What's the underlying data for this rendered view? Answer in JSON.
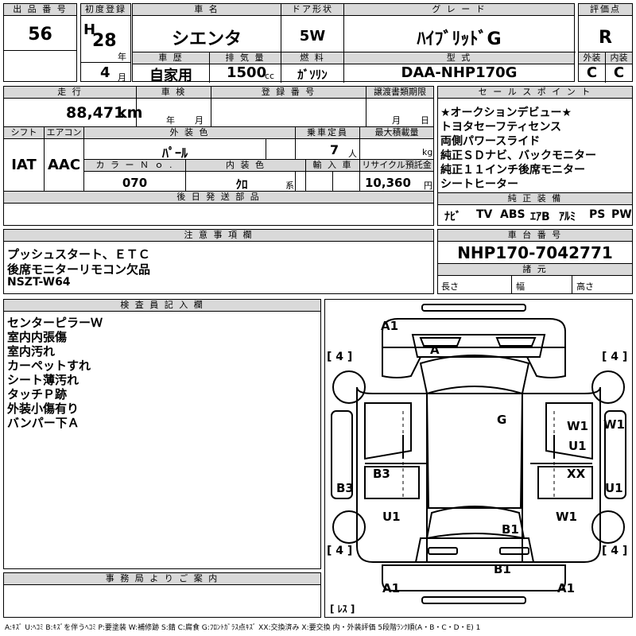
{
  "top": {
    "lot_no_label": "出 品 番 号",
    "lot_no": "56",
    "first_reg_label": "初度登録",
    "era": "H",
    "year": "28",
    "year_unit": "年",
    "month": "4",
    "month_unit": "月",
    "car_name_label": "車 名",
    "car_name": "シエンタ",
    "door_label": "ドア形状",
    "door": "5W",
    "grade_label": "グ レ ー ド",
    "grade": "ﾊｲﾌﾞﾘｯﾄﾞG",
    "score_label": "評価点",
    "score": "R",
    "history_label": "車 歴",
    "history": "自家用",
    "displacement_label": "排 気 量",
    "displacement": "1500",
    "displacement_unit": "cc",
    "fuel_label": "燃 料",
    "fuel": "ｶﾞｿﾘﾝ",
    "model_label": "型 式",
    "model": "DAA-NHP170G",
    "exterior_label": "外装",
    "exterior": "C",
    "interior_label": "内装",
    "interior": "C"
  },
  "mid": {
    "mileage_label": "走 行",
    "mileage": "88,471",
    "mileage_unit": "km",
    "inspection_label": "車 検",
    "inspection_year_unit": "年",
    "inspection_month_unit": "月",
    "reg_no_label": "登 録 番 号",
    "transfer_label": "譲渡書類期限",
    "transfer_month_unit": "月",
    "transfer_day_unit": "日",
    "shift_label": "シフト",
    "shift": "IAT",
    "ac_label": "エアコン",
    "ac": "AAC",
    "color_label": "外 装 色",
    "color": "ﾊﾟｰﾙ",
    "capacity_label": "乗車定員",
    "capacity": "7",
    "capacity_unit": "人",
    "load_label": "最大積載量",
    "load_unit": "kg",
    "color_no_label": "カ ラ ー Ｎ ｏ .",
    "color_no": "070",
    "int_color_label": "内 装 色",
    "int_color": "ｸﾛ",
    "int_color_unit": "系",
    "import_label": "輸 入 車",
    "recycle_label": "リサイクル預託金",
    "recycle": "10,360",
    "recycle_unit": "円",
    "later_parts_label": "後 日 発 送 部 品"
  },
  "sales": {
    "label": "セ ー ル ス ポ イ ン ト",
    "lines": [
      "★オークションデビュー★",
      "トヨタセーフティセンス",
      "両側パワースライド",
      "純正ＳＤナビ、バックモニター",
      "純正１１インチ後席モニター",
      "シートヒーター"
    ],
    "equip_label": "純 正 装 備",
    "equipment": [
      "ﾅﾋﾞ",
      "TV",
      "ABS",
      "ｴｱB",
      "ｱﾙﾐ",
      "PS",
      "PW"
    ]
  },
  "notes": {
    "label": "注 意 事 項 欄",
    "lines": [
      "プッシュスタート、ＥＴＣ",
      "後席モニターリモコン欠品",
      "NSZT-W64"
    ]
  },
  "chassis": {
    "label": "車 台 番 号",
    "value": "NHP170-7042771",
    "dim_label": "諸 元",
    "length_label": "長さ",
    "width_label": "幅",
    "height_label": "高さ"
  },
  "inspector": {
    "label": "検 査 員 記 入 欄",
    "lines": [
      "センターピラーＷ",
      "室内内張傷",
      "室内汚れ",
      "カーペットすれ",
      "シート薄汚れ",
      "タッチＰ跡",
      "外装小傷有り",
      "バンパー下Ａ"
    ]
  },
  "office": {
    "label": "事 務 局 よ り ご 案 内"
  },
  "diagram": {
    "marks": {
      "a1_front": "A1",
      "a_windshield": "A",
      "g_roof": "G",
      "w1_right_front_door": "W1",
      "u1_right_front_door": "U1",
      "w1_right_edge": "W1",
      "xx_right_rear_door": "XX",
      "u1_right_edge": "U1",
      "b3_left_door": "B3",
      "b3_left_edge": "B3",
      "u1_left_rear": "U1",
      "w1_right_rear": "W1",
      "b1_rear_window": "B1",
      "b1_rear_bumper": "B1",
      "a1_rear_left": "A1",
      "a1_rear_right": "A1"
    },
    "tire_front_left": "[ 4 ]",
    "tire_front_right": "[ 4 ]",
    "tire_rear_left": "[ 4 ]",
    "tire_rear_right": "[ 4 ]",
    "spare": "[ ﾚｽ ]"
  },
  "legend": "A:ｷｽﾞ U:ﾍｺﾐ B:ｷｽﾞを伴うﾍｺﾐ P:要塗装 W:補修跡 S:錆 C:腐食 G:ﾌﾛﾝﾄｶﾞﾗｽ点ｷｽﾞ XX:交換済み X:要交換 内・外装評価 5段階ﾗﾝｸ順(A・B・C・D・E) 1"
}
